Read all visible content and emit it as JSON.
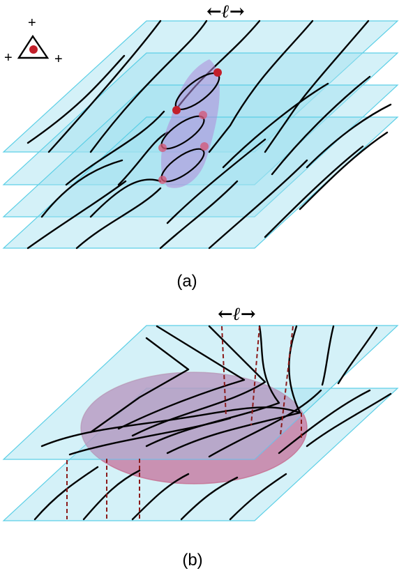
{
  "panel_a": {
    "caption": "(a)",
    "length_label": "←ℓ→"
  },
  "panel_b": {
    "caption": "(b)",
    "length_label": "←ℓ→"
  },
  "inset": {
    "signs": [
      "+",
      "+",
      "+"
    ]
  },
  "colors": {
    "plane_fill": "#a0e1f0",
    "plane_edge": "#5ccfe6",
    "disclination": "#c21f2a",
    "tube": "#b08ad8",
    "disk": "#d95a6a"
  }
}
